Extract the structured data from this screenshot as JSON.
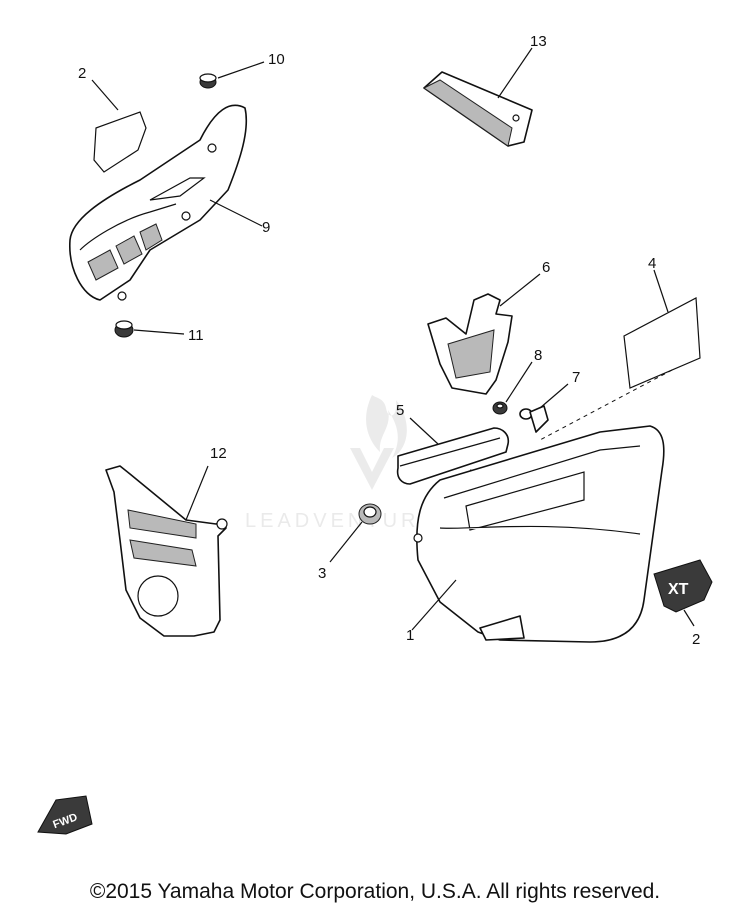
{
  "callouts": {
    "c1": "1",
    "c2a": "2",
    "c2b": "2",
    "c3": "3",
    "c4": "4",
    "c5": "5",
    "c6": "6",
    "c7": "7",
    "c8": "8",
    "c9": "9",
    "c10": "10",
    "c11": "11",
    "c12": "12",
    "c13": "13"
  },
  "badge": {
    "fwd": "FWD",
    "emblem": "XT"
  },
  "watermark": {
    "brand": "LEADVENTURE"
  },
  "footer": {
    "copyright": "©2015 Yamaha Motor Corporation, U.S.A. All rights reserved."
  },
  "colors": {
    "line": "#111111",
    "shade": "#b9b9b9",
    "watermark": "#d9d9d9"
  }
}
